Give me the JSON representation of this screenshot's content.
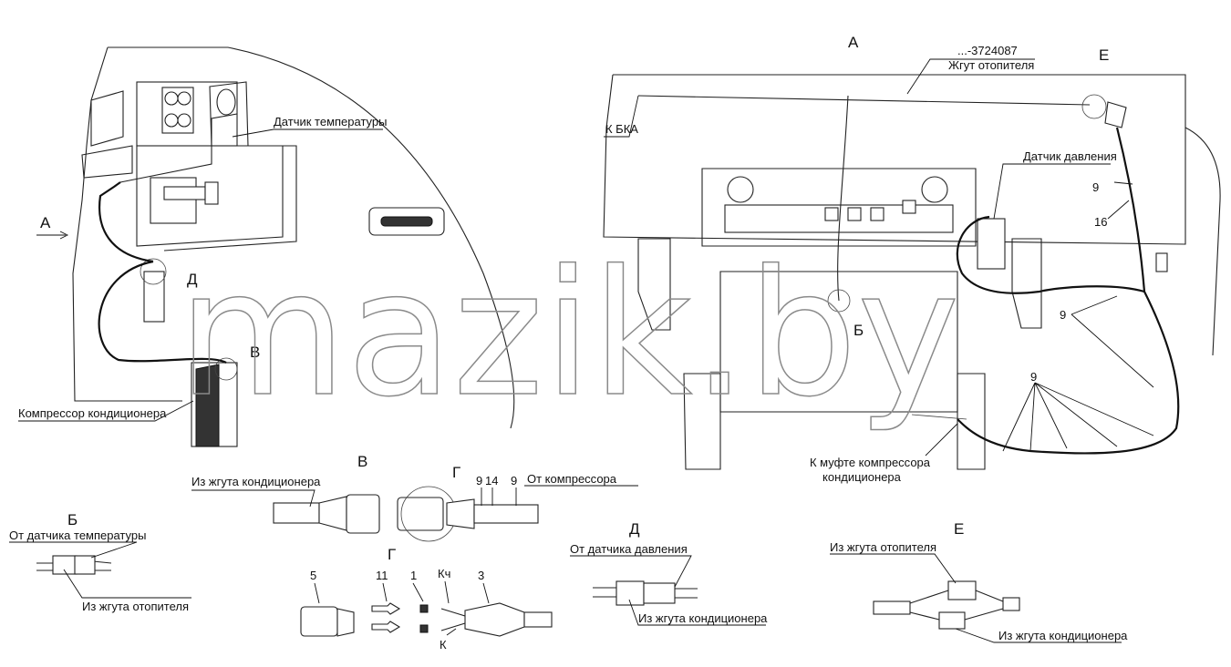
{
  "labels": {
    "view_a_top": "А",
    "arrow_a": "А",
    "harness_code": "...-3724087",
    "heater_harness": "Жгут отопителя",
    "to_bka": "К БКА",
    "temp_sensor": "Датчик температуры",
    "pressure_sensor": "Датчик давления",
    "compressor": "Компрессор кондиционера",
    "to_compressor_clutch_1": "К муфте компрессора",
    "to_compressor_clutch_2": "кондиционера",
    "mark_d": "Д",
    "mark_v": "В",
    "mark_b": "Б",
    "mark_e": "Е",
    "num_9a": "9",
    "num_16": "16",
    "num_9b": "9",
    "num_9c": "9"
  },
  "detail_b": {
    "title": "Б",
    "from_temp_sensor": "От датчика температуры",
    "from_heater_harness": "Из жгута отопителя"
  },
  "detail_v": {
    "title": "В",
    "from_ac_harness": "Из жгута кондиционера",
    "mark_g": "Г",
    "num_9a": "9",
    "num_14": "14",
    "num_9b": "9",
    "from_compressor": "От компрессора"
  },
  "detail_g": {
    "title": "Г",
    "p5": "5",
    "p11": "11",
    "p1": "1",
    "p_kch": "Кч",
    "p3": "3",
    "p_k": "К"
  },
  "detail_d": {
    "title": "Д",
    "from_pressure_sensor": "От датчика давления",
    "from_ac_harness": "Из жгута кондиционера"
  },
  "detail_e": {
    "title": "Е",
    "from_heater_harness": "Из жгута отопителя",
    "from_ac_harness": "Из жгута кондиционера"
  },
  "watermark": "mazik.by"
}
